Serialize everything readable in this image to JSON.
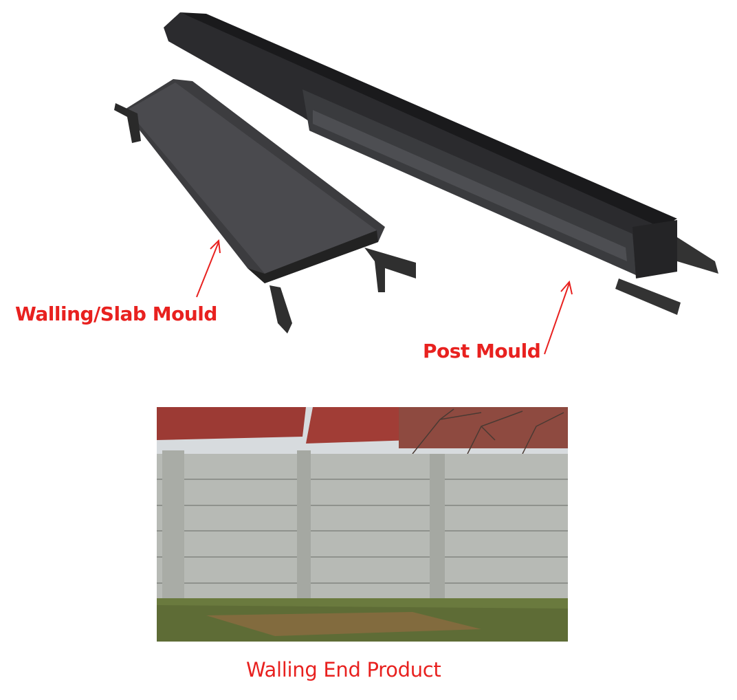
{
  "labels": {
    "slab_mould": "Walling/Slab Mould",
    "post_mould": "Post Mould",
    "end_product": "Walling End Product"
  },
  "colors": {
    "label_red": "#e8211f",
    "mould_dark": "#2a2a2c",
    "concrete": "#b9bcb8",
    "roof": "#9c3a34"
  }
}
